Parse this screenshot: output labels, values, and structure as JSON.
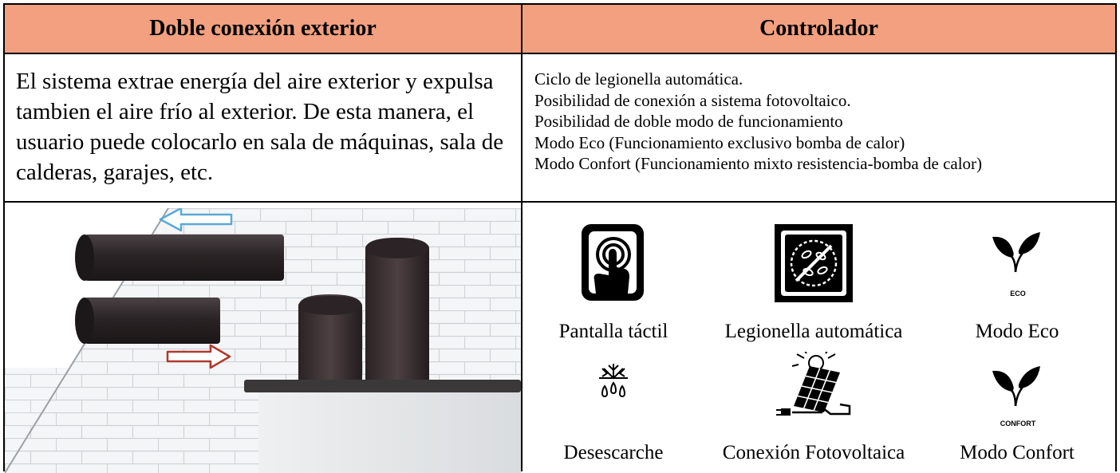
{
  "table": {
    "header_left": "Doble conexión exterior",
    "header_right": "Controlador",
    "left_text": "El sistema extrae energía del aire exterior y expulsa tambien el aire frío al exterior. De esta manera, el usuario puede colocarlo en sala de máquinas, sala de calderas, garajes, etc.",
    "features": [
      "Ciclo de legionella automática.",
      "Posibilidad de conexión a sistema fotovoltaico.",
      "Posibilidad de doble modo de funcionamiento",
      "Modo Eco (Funcionamiento exclusivo bomba de calor)",
      "Modo Confort (Funcionamiento mixto resistencia-bomba de calor)"
    ]
  },
  "illustration": {
    "arrow_out_color": "#5aa9d6",
    "arrow_in_color": "#b03a2e"
  },
  "icons": [
    {
      "icon": "touch-screen-icon",
      "caption": "Pantalla táctil"
    },
    {
      "icon": "legionella-icon",
      "caption": "Legionella automática"
    },
    {
      "icon": "eco-leaf-icon",
      "caption": "Modo Eco",
      "badge": "ECO"
    },
    {
      "icon": "defrost-icon",
      "caption": "Desescarche"
    },
    {
      "icon": "solar-panel-icon",
      "caption": "Conexión Fotovoltaica"
    },
    {
      "icon": "confort-leaf-icon",
      "caption": "Modo Confort",
      "badge": "CONFORT"
    }
  ],
  "colors": {
    "header_bg": "#f2a07f",
    "border": "#000000"
  }
}
